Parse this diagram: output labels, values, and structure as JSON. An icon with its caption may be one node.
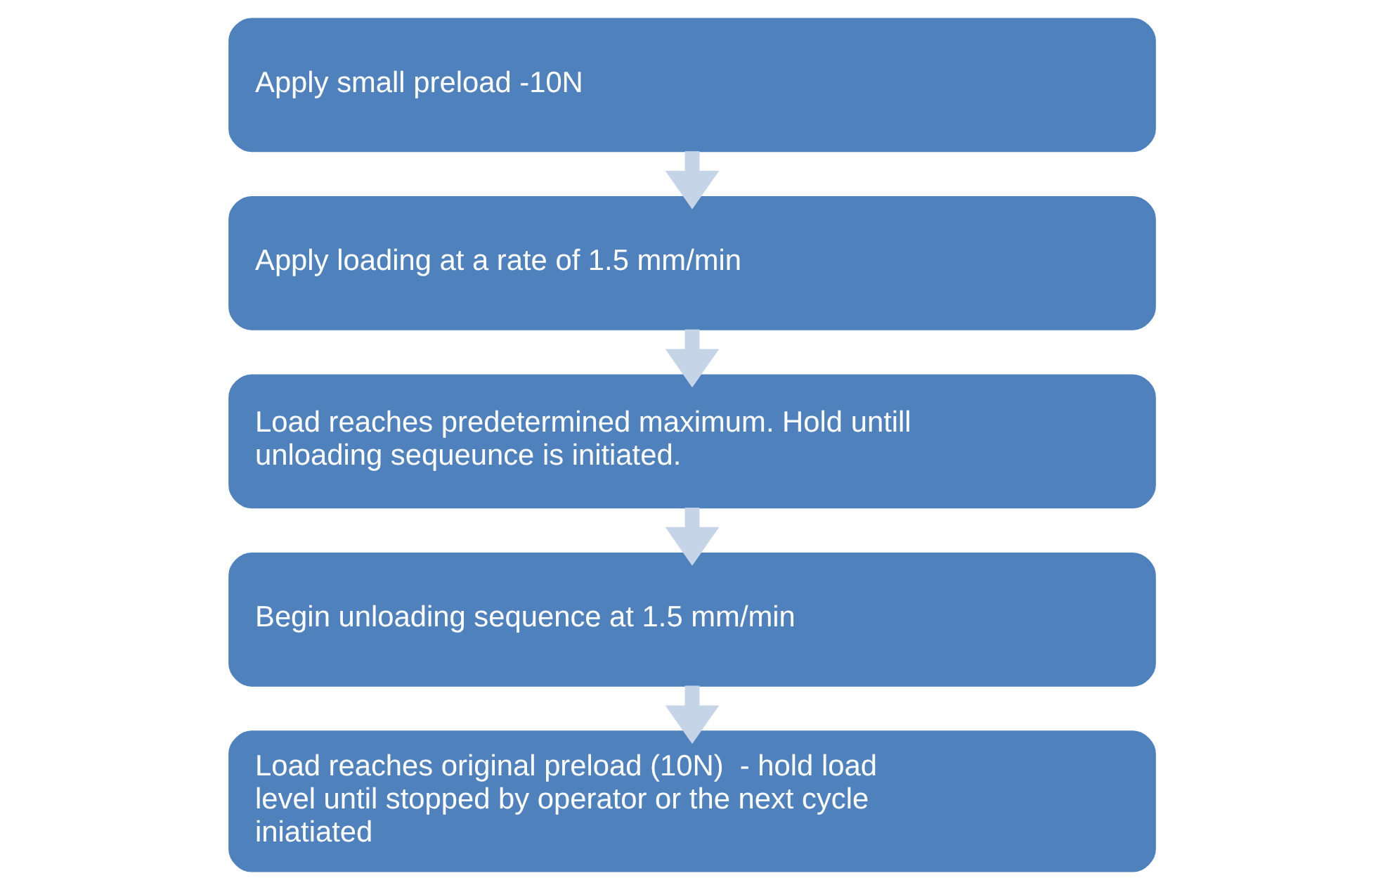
{
  "diagram": {
    "nodes": [
      {
        "text": [
          "Apply small preload -10N"
        ]
      },
      {
        "text": [
          "Apply loading at a rate of 1.5 mm/min"
        ]
      },
      {
        "text": [
          "Load reaches predetermined maximum. Hold untill unloading sequeunce is initiated."
        ]
      },
      {
        "text": [
          "Begin unloading sequence at 1.5 mm/min"
        ]
      },
      {
        "text": [
          "Load reaches original preload (10N)  - hold load level until stopped by operator or the next cycle iniatiated"
        ]
      }
    ],
    "edges": [
      {
        "from": 0,
        "to": 1,
        "arrow": "to"
      },
      {
        "from": 1,
        "to": 2,
        "arrow": "to"
      },
      {
        "from": 2,
        "to": 3,
        "arrow": "to"
      },
      {
        "from": 3,
        "to": 4,
        "arrow": "to"
      }
    ]
  }
}
